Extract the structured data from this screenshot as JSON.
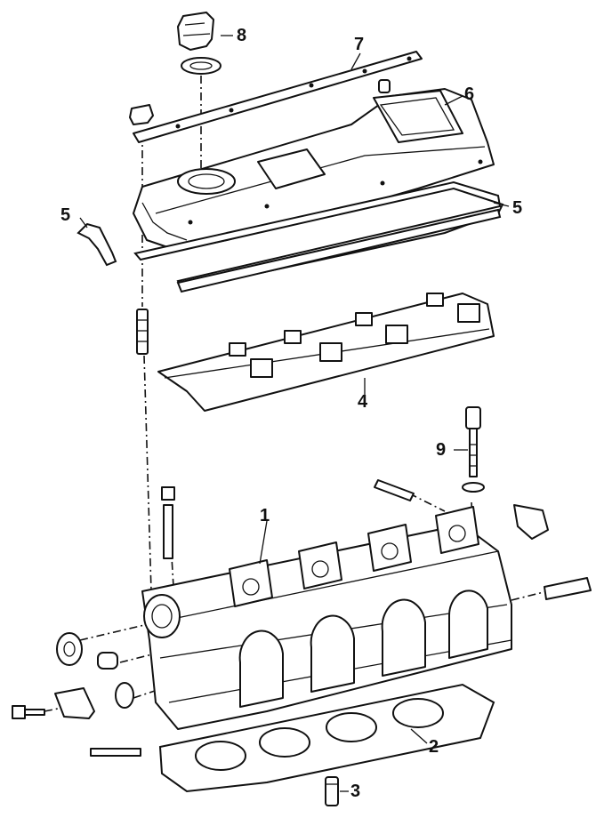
{
  "callouts": {
    "c1": "1",
    "c2": "2",
    "c3": "3",
    "c4": "4",
    "c5a": "5",
    "c5b": "5",
    "c6": "6",
    "c7": "7",
    "c8": "8",
    "c9": "9"
  },
  "parts": [
    {
      "id": "1",
      "name": "cylinder-head"
    },
    {
      "id": "2",
      "name": "head-gasket"
    },
    {
      "id": "3",
      "name": "dowel-sleeve"
    },
    {
      "id": "4",
      "name": "camshaft-bearing-cap-baffle"
    },
    {
      "id": "5",
      "name": "valve-cover-gasket"
    },
    {
      "id": "6",
      "name": "valve-cover"
    },
    {
      "id": "7",
      "name": "reinforcement-strip"
    },
    {
      "id": "8",
      "name": "oil-filler-cap"
    },
    {
      "id": "9",
      "name": "cylinder-head-bolt"
    }
  ],
  "colors": {
    "ink": "#111111",
    "paper": "#ffffff"
  }
}
